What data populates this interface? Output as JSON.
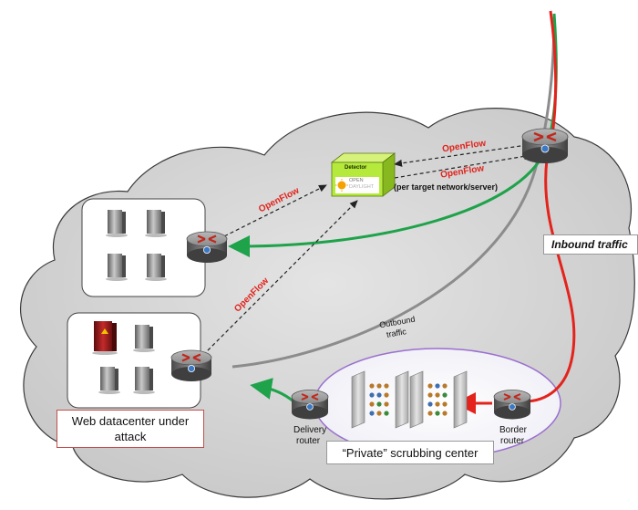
{
  "labels": {
    "openflow": "OpenFlow",
    "detector_title": "Detector",
    "opendaylight_top": "OPEN",
    "opendaylight_bottom": "DAYLIGHT",
    "per_target": "(per target network/server)",
    "inbound_traffic": "Inbound traffic",
    "outbound_line1": "Outbound",
    "outbound_line2": "traffic",
    "web_datacenter_line1": "Web datacenter under",
    "web_datacenter_line2": "attack",
    "delivery_router_line1": "Delivery",
    "delivery_router_line2": "router",
    "border_router_line1": "Border",
    "border_router_line2": "router",
    "scrubbing_center": "“Private” scrubbing center"
  },
  "colors": {
    "cloud": "#d4d4d4",
    "cloud_edge": "#3a3a3a",
    "inbound": "#e3231c",
    "clean": "#1ea24a",
    "outbound": "#8c8c8c",
    "openflow": "#e0231c",
    "detector": "#b5ea3c",
    "router": "#8a8a8a"
  },
  "icons": [
    "router-icon",
    "server-icon",
    "detector-box-icon",
    "opendaylight-logo-icon",
    "scrubbing-appliance-icon"
  ]
}
